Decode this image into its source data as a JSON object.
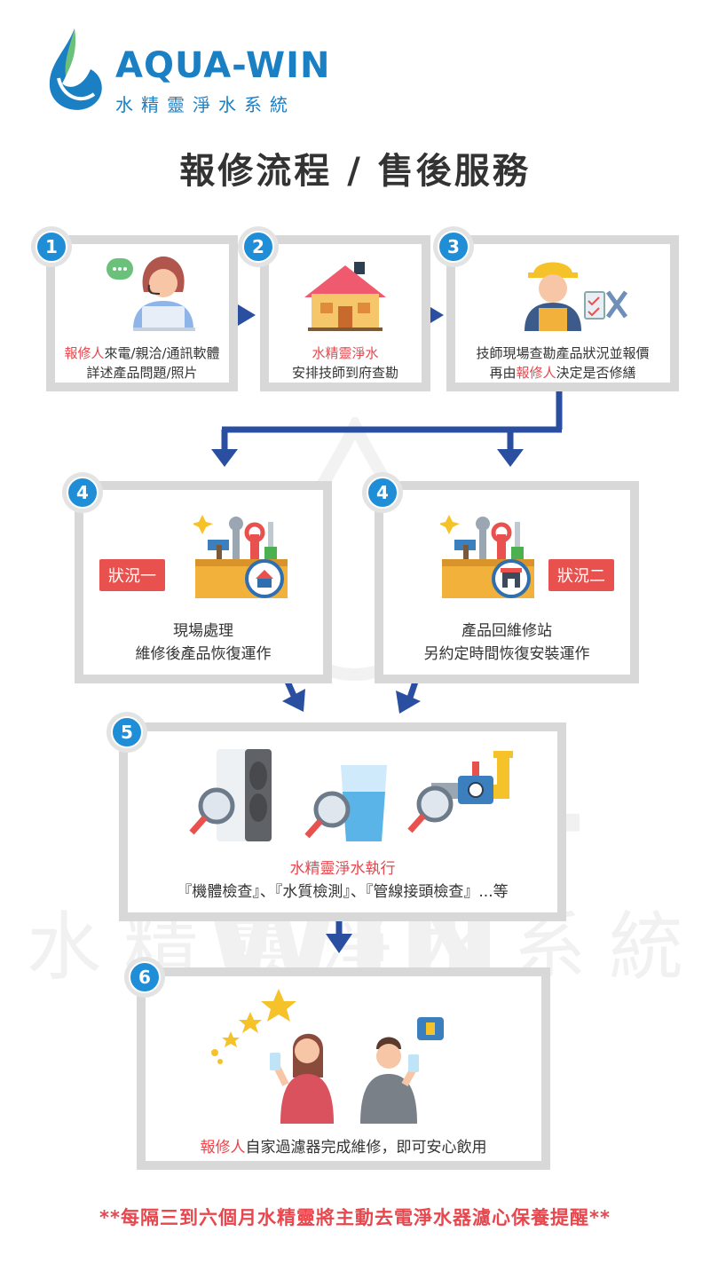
{
  "logo": {
    "name": "AQUA-WIN",
    "subtitle": "水精靈淨水系統"
  },
  "title": "報修流程 / 售後服務",
  "steps": [
    {
      "number": "1",
      "highlight": "報修人",
      "line1_rest": "來電/親洽/通訊軟體",
      "line2": "詳述產品問題/照片"
    },
    {
      "number": "2",
      "line1": "水精靈淨水",
      "line2": "安排技師到府查勘"
    },
    {
      "number": "3",
      "line1": "技師現場查勘產品狀況並報價",
      "line2_pre": "再由",
      "line2_highlight": "報修人",
      "line2_post": "決定是否修繕"
    },
    {
      "number": "4",
      "tag": "狀況一",
      "line1": "現場處理",
      "line2": "維修後產品恢復運作"
    },
    {
      "number": "4",
      "tag": "狀況二",
      "line1": "產品回維修站",
      "line2": "另約定時間恢復安裝運作"
    },
    {
      "number": "5",
      "line1": "水精靈淨水執行",
      "line2": "『機體檢查』、『水質檢測』、『管線接頭檢查』...等"
    },
    {
      "number": "6",
      "highlight": "報修人",
      "line1_rest": "自家過濾器完成維修，即可安心飲用"
    }
  ],
  "watermark": {
    "en": "AQUA-WIN",
    "cn": [
      "水",
      "精",
      "靈",
      "淨",
      "水",
      "系",
      "統"
    ]
  },
  "footer": "**每隔三到六個月水精靈將主動去電淨水器濾心保養提醒**",
  "colors": {
    "accent": "#1f8ed6",
    "highlight": "#e8474e",
    "arrow": "#2a4fa0",
    "frame": "#d8d8d8"
  }
}
